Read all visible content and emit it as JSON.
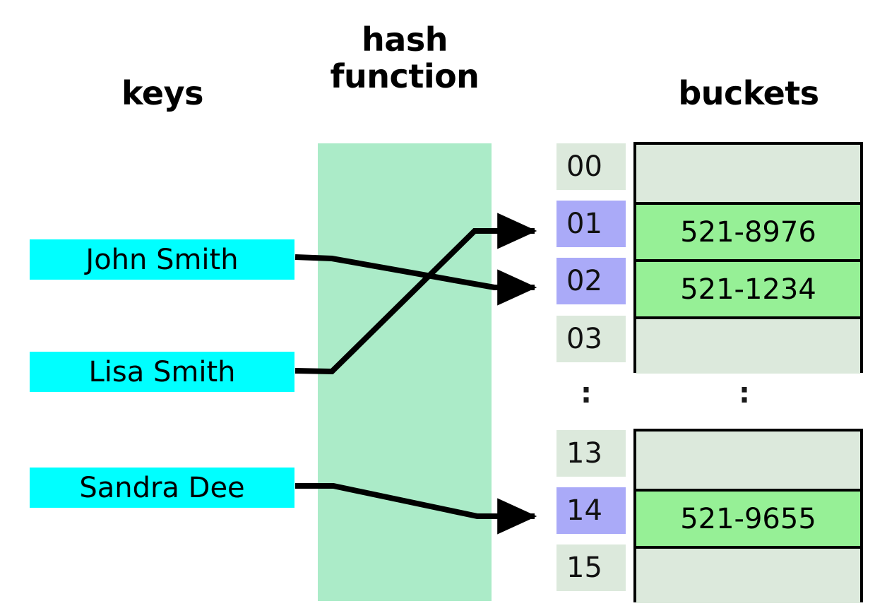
{
  "headers": {
    "keys": "keys",
    "hash_function": "hash\nfunction",
    "buckets": "buckets"
  },
  "keys": [
    {
      "label": "John Smith",
      "maps_to_index": "02"
    },
    {
      "label": "Lisa Smith",
      "maps_to_index": "01"
    },
    {
      "label": "Sandra Dee",
      "maps_to_index": "14"
    }
  ],
  "index_column": {
    "top_section": [
      {
        "index": "00",
        "highlighted": false
      },
      {
        "index": "01",
        "highlighted": true
      },
      {
        "index": "02",
        "highlighted": true
      },
      {
        "index": "03",
        "highlighted": false
      }
    ],
    "bottom_section": [
      {
        "index": "13",
        "highlighted": false
      },
      {
        "index": "14",
        "highlighted": true
      },
      {
        "index": "15",
        "highlighted": false
      }
    ],
    "ellipsis": ":"
  },
  "buckets": {
    "top_section": [
      {
        "value": "",
        "filled": false
      },
      {
        "value": "521-8976",
        "filled": true
      },
      {
        "value": "521-1234",
        "filled": true
      },
      {
        "value": "",
        "filled": false
      }
    ],
    "bottom_section": [
      {
        "value": "",
        "filled": false
      },
      {
        "value": "521-9655",
        "filled": true
      },
      {
        "value": "",
        "filled": false
      }
    ],
    "ellipsis": ":"
  },
  "colors": {
    "key_box": "#00ffff",
    "hash_function_box": "#abebc8",
    "index_plain": "#dce9dc",
    "index_highlight": "#aaaaf8",
    "bucket_empty": "#dce9dc",
    "bucket_filled": "#96f096",
    "border": "#000000",
    "background": "#ffffff"
  },
  "arrows": [
    {
      "from": "John Smith",
      "to": "02"
    },
    {
      "from": "Lisa Smith",
      "to": "01"
    },
    {
      "from": "Sandra Dee",
      "to": "14"
    }
  ]
}
